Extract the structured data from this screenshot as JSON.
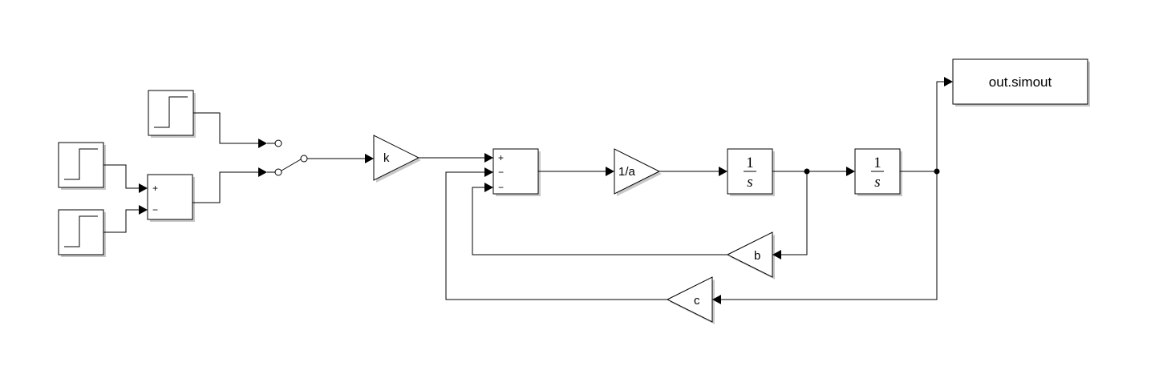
{
  "sum_top": {
    "signs": [
      "+",
      "−"
    ]
  },
  "sum_main": {
    "signs": [
      "+",
      "−",
      "−"
    ]
  },
  "gain_k": {
    "label": "k"
  },
  "gain_inv_a": {
    "label": "1/a"
  },
  "gain_b": {
    "label": "b"
  },
  "gain_c": {
    "label": "c"
  },
  "integrator_1": {
    "numerator": "1",
    "denominator": "s"
  },
  "integrator_2": {
    "numerator": "1",
    "denominator": "s"
  },
  "to_workspace": {
    "label": "out.simout"
  }
}
